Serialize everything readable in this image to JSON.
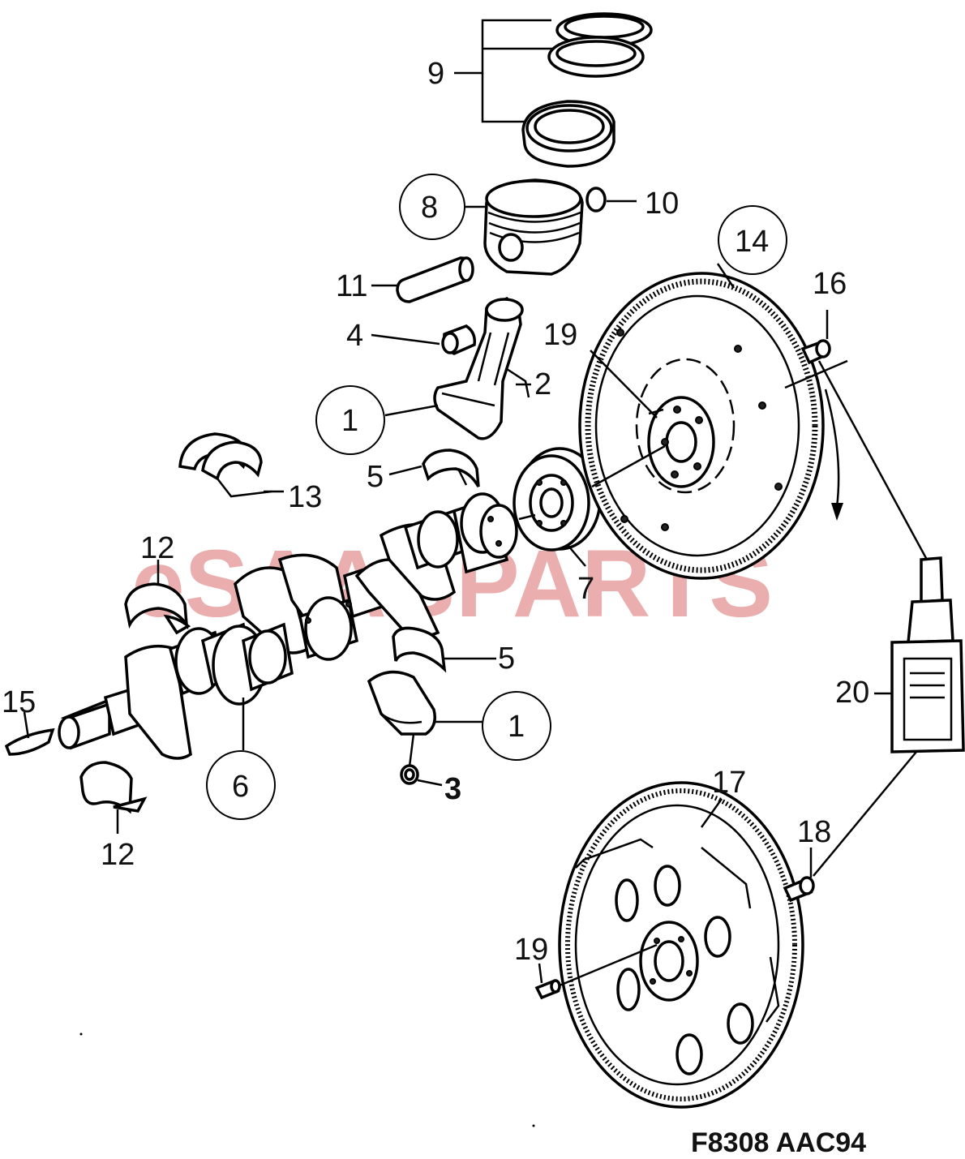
{
  "watermark": "eSAABPARTS",
  "figure_ref": "F8308  AAC94",
  "callouts": {
    "c9": "9",
    "c8": "8",
    "c10": "10",
    "c11": "11",
    "c14": "14",
    "c16": "16",
    "c19_top": "19",
    "c4": "4",
    "c2": "2",
    "c1_top": "1",
    "c13": "13",
    "c5_top": "5",
    "c12_top": "12",
    "c7": "7",
    "c5_bottom": "5",
    "c20": "20",
    "c15": "15",
    "c1_bottom": "1",
    "c6": "6",
    "c3": "3",
    "c12_bottom": "12",
    "c17": "17",
    "c18": "18",
    "c19_bottom": "19"
  },
  "parts": {
    "piston_rings": "piston-rings",
    "piston": "piston",
    "circlip": "circlip",
    "gudgeon_pin": "gudgeon-pin",
    "connecting_rod": "connecting-rod",
    "small_end_bush": "small-end-bush",
    "crankshaft": "crankshaft",
    "main_bearing_shells": "main-bearing-shells",
    "thrust_washers": "thrust-washers",
    "timing_gear": "timing-gear",
    "flywheel": "flywheel",
    "flexplate": "flexplate",
    "thread_locker": "thread-locker-bottle"
  }
}
